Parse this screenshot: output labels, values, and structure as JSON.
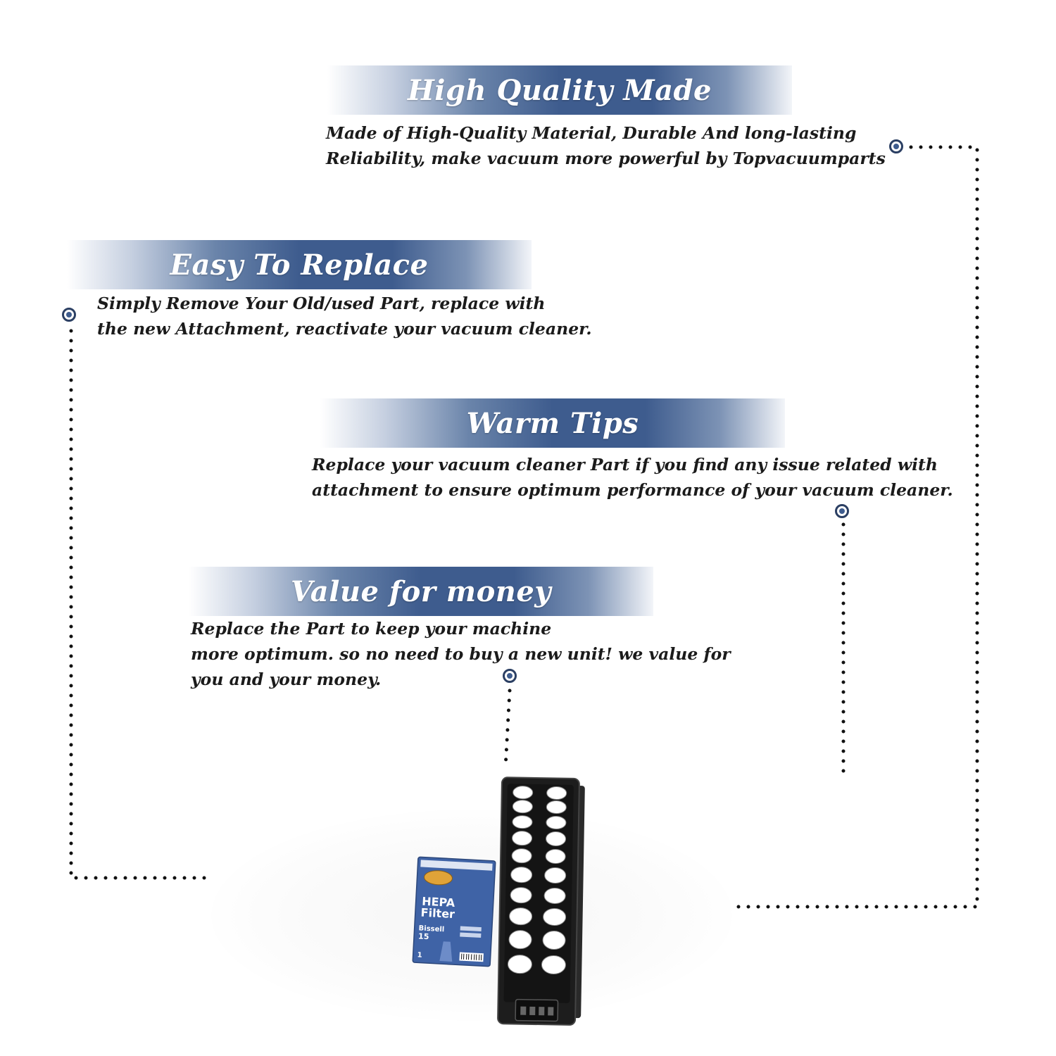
{
  "sections": [
    {
      "title": "High Quality Made",
      "lines": [
        "Made of  High-Quality Material, Durable And long-lasting",
        "Reliability, make vacuum more powerful by Topvacuumparts"
      ]
    },
    {
      "title": "Easy To Replace",
      "lines": [
        "Simply Remove Your Old/used Part, replace with",
        "the new Attachment, reactivate your vacuum cleaner."
      ]
    },
    {
      "title": "Warm Tips",
      "lines": [
        "Replace your vacuum cleaner Part if you find any issue related with",
        " attachment to ensure optimum performance of your vacuum cleaner."
      ]
    },
    {
      "title": "Value for money",
      "lines": [
        "Replace the Part to keep your machine",
        "more optimum. so no need to buy a new unit! we value for",
        "you and your money."
      ]
    }
  ],
  "package": {
    "line1": "HEPA",
    "line2": "Filter",
    "brand": "Bissell",
    "model": "15",
    "count": "1"
  },
  "colors": {
    "accent": "#3e5c8e",
    "dot_border": "#2b3f63",
    "text": "#1b1b1b"
  }
}
